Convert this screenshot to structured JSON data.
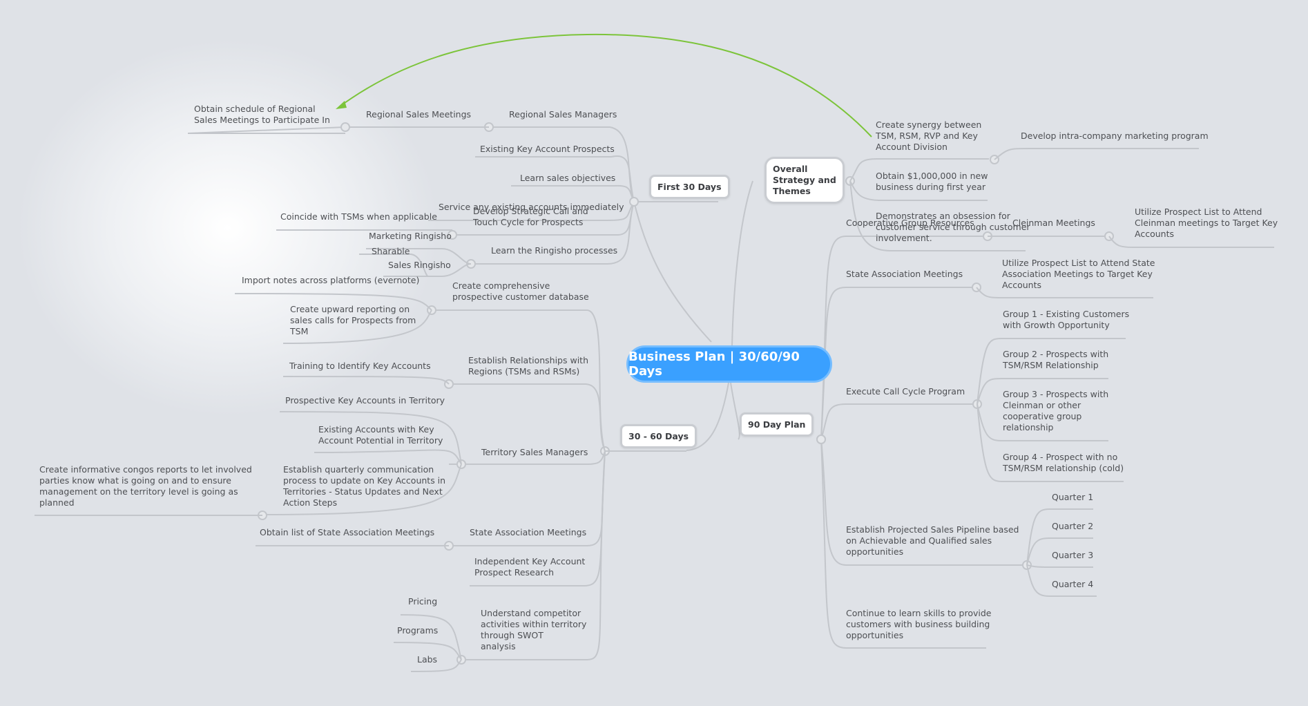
{
  "root": {
    "title": "Business Plan | 30/60/90 Days"
  },
  "branches": {
    "first30": {
      "label": "First 30 Days",
      "items": {
        "regional_sales_managers": "Regional Sales Managers",
        "regional_sales_meetings": "Regional Sales Meetings",
        "obtain_schedule": "Obtain schedule of Regional\nSales Meetings to Participate In",
        "existing_key_account_prospects": "Existing Key Account Prospects",
        "learn_sales_objectives": "Learn sales objectives",
        "service_existing_accounts": "Service any existing accounts immediately",
        "develop_strategic_call": "Develop Strategic Call and\nTouch Cycle for Prospects",
        "coincide_tsms": "Coincide with TSMs when applicable",
        "learn_ringisho": "Learn the Ringisho processes",
        "marketing_ringisho": "Marketing Ringisho",
        "sales_ringisho": "Sales Ringisho",
        "sharable": "Sharable"
      }
    },
    "days30_60": {
      "label": "30 - 60 Days",
      "items": {
        "create_database": "Create comprehensive\nprospective customer database",
        "import_notes": "Import notes across platforms (evernote)",
        "upward_reporting": "Create upward reporting on\nsales calls for Prospects from\nTSM",
        "establish_relationships": "Establish Relationships with\nRegions (TSMs and RSMs)",
        "training_identify": "Training to Identify Key Accounts",
        "territory_sales_managers": "Territory Sales Managers",
        "prospective_key_accounts": "Prospective Key Accounts in Territory",
        "existing_accounts_potential": "Existing Accounts with Key\nAccount Potential in Territory",
        "quarterly_communication": "Establish quarterly communication\nprocess to update on Key Accounts in\nTerritories - Status Updates and Next\nAction Steps",
        "congos_reports": "Create informative congos reports to let involved\nparties know what is going on and to ensure\nmanagement on the territory level is going as\nplanned",
        "state_association_meetings": "State Association Meetings",
        "obtain_state_list": "Obtain list of State Association Meetings",
        "independent_research": "Independent Key Account\nProspect Research",
        "competitor_activities": "Understand competitor\nactivities within territory\nthrough SWOT\nanalysis",
        "pricing": "Pricing",
        "programs": "Programs",
        "labs": "Labs"
      }
    },
    "overall": {
      "label": "Overall\nStrategy and\nThemes",
      "items": {
        "synergy": "Create synergy between\nTSM, RSM, RVP and Key\nAccount Division",
        "intra_company": "Develop intra-company marketing program",
        "obtain_million": "Obtain $1,000,000 in new\nbusiness during first year",
        "obsession": "Demonstrates an obsession for\ncustomer service through customer\ninvolvement."
      }
    },
    "day90": {
      "label": "90 Day Plan",
      "items": {
        "cooperative_group": "Cooperative Group Resources",
        "cleinman_meetings": "Cleinman Meetings",
        "utilize_cleinman": "Utilize Prospect List to Attend\nCleinman meetings to Target Key\nAccounts",
        "state_association": "State Association Meetings",
        "utilize_state": "Utilize Prospect List to Attend State\nAssociation Meetings to Target Key\nAccounts",
        "execute_call_cycle": "Execute Call Cycle Program",
        "group1": "Group 1 - Existing Customers\nwith Growth Opportunity",
        "group2": "Group 2 - Prospects with\nTSM/RSM Relationship",
        "group3": "Group 3 - Prospects with\nCleinman or other\ncooperative group\nrelationship",
        "group4": "Group 4 - Prospect with no\nTSM/RSM relationship (cold)",
        "pipeline": "Establish Projected Sales Pipeline based\non Achievable and Qualified sales\nopportunities",
        "quarter1": "Quarter 1",
        "quarter2": "Quarter 2",
        "quarter3": "Quarter 3",
        "quarter4": "Quarter 4",
        "continue_learn": "Continue to learn skills to provide\ncustomers with business building\nopportunities"
      }
    }
  },
  "colors": {
    "root": "#3aa0ff",
    "connector": "#c3c6cb",
    "relationship": "#7cc43a"
  }
}
